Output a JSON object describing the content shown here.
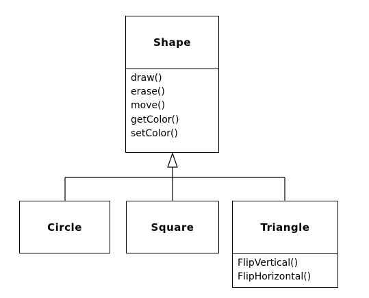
{
  "diagram": {
    "parent": {
      "name": "Shape",
      "operations": [
        "draw()",
        "erase()",
        "move()",
        "getColor()",
        "setColor()"
      ]
    },
    "children": [
      {
        "name": "Circle",
        "operations": []
      },
      {
        "name": "Square",
        "operations": []
      },
      {
        "name": "Triangle",
        "operations": [
          "FlipVertical()",
          "FlipHorizontal()"
        ]
      }
    ]
  }
}
